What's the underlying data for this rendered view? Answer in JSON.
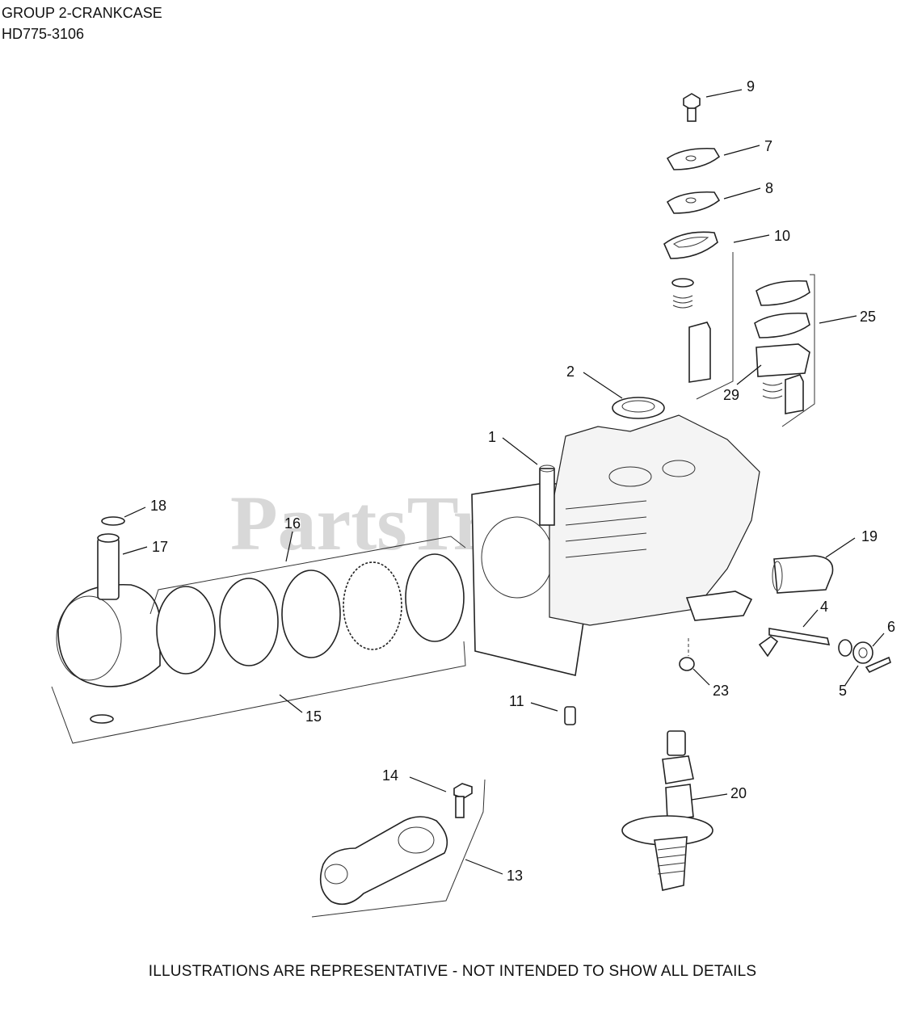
{
  "header": {
    "group_title": "GROUP 2-CRANKCASE",
    "model_code": "HD775-3106"
  },
  "watermark": {
    "text": "PartsTree",
    "color": "#d8d8d8"
  },
  "callouts": [
    "1",
    "2",
    "4",
    "5",
    "6",
    "7",
    "8",
    "9",
    "10",
    "11",
    "13",
    "14",
    "15",
    "16",
    "17",
    "18",
    "19",
    "20",
    "23",
    "25",
    "29"
  ],
  "footer": {
    "disclaimer": "ILLUSTRATIONS ARE REPRESENTATIVE - NOT INTENDED TO SHOW ALL DETAILS"
  }
}
